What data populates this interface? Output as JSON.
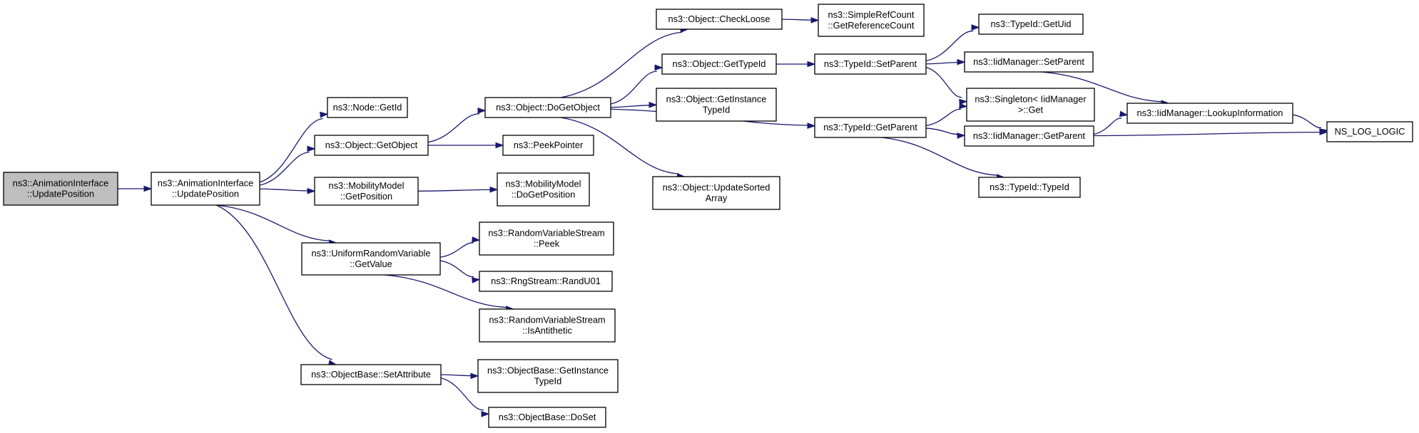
{
  "colors": {
    "edge": "#191970",
    "root_fill": "#bfbfbf",
    "node_fill": "#ffffff",
    "border": "#000000"
  },
  "nodes": [
    {
      "id": "root",
      "lines": [
        "ns3::AnimationInterface",
        "::UpdatePosition"
      ]
    },
    {
      "id": "n1",
      "lines": [
        "ns3::AnimationInterface",
        "::UpdatePosition"
      ]
    },
    {
      "id": "n2",
      "lines": [
        "ns3::Node::GetId"
      ]
    },
    {
      "id": "n3",
      "lines": [
        "ns3::Object::GetObject"
      ]
    },
    {
      "id": "n4",
      "lines": [
        "ns3::MobilityModel",
        "::GetPosition"
      ]
    },
    {
      "id": "n5",
      "lines": [
        "ns3::UniformRandomVariable",
        "::GetValue"
      ]
    },
    {
      "id": "n6",
      "lines": [
        "ns3::ObjectBase::SetAttribute"
      ]
    },
    {
      "id": "n7",
      "lines": [
        "ns3::Object::DoGetObject"
      ]
    },
    {
      "id": "n8",
      "lines": [
        "ns3::PeekPointer"
      ]
    },
    {
      "id": "n9",
      "lines": [
        "ns3::MobilityModel",
        "::DoGetPosition"
      ]
    },
    {
      "id": "n10",
      "lines": [
        "ns3::RandomVariableStream",
        "::Peek"
      ]
    },
    {
      "id": "n11",
      "lines": [
        "ns3::RngStream::RandU01"
      ]
    },
    {
      "id": "n12",
      "lines": [
        "ns3::RandomVariableStream",
        "::IsAntithetic"
      ]
    },
    {
      "id": "n13",
      "lines": [
        "ns3::ObjectBase::GetInstance",
        "TypeId"
      ]
    },
    {
      "id": "n14",
      "lines": [
        "ns3::ObjectBase::DoSet"
      ]
    },
    {
      "id": "n15",
      "lines": [
        "ns3::Object::CheckLoose"
      ]
    },
    {
      "id": "n16",
      "lines": [
        "ns3::Object::GetTypeId"
      ]
    },
    {
      "id": "n17",
      "lines": [
        "ns3::Object::GetInstance",
        "TypeId"
      ]
    },
    {
      "id": "n18",
      "lines": [
        "ns3::Object::UpdateSorted",
        "Array"
      ]
    },
    {
      "id": "n19",
      "lines": [
        "ns3::SimpleRefCount",
        "::GetReferenceCount"
      ]
    },
    {
      "id": "n20",
      "lines": [
        "ns3::TypeId::SetParent"
      ]
    },
    {
      "id": "n21",
      "lines": [
        "ns3::TypeId::GetParent"
      ]
    },
    {
      "id": "n22",
      "lines": [
        "ns3::TypeId::GetUid"
      ]
    },
    {
      "id": "n23",
      "lines": [
        "ns3::IidManager::SetParent"
      ]
    },
    {
      "id": "n24",
      "lines": [
        "ns3::Singleton< IidManager",
        " >::Get"
      ]
    },
    {
      "id": "n25",
      "lines": [
        "ns3::IidManager::GetParent"
      ]
    },
    {
      "id": "n26",
      "lines": [
        "ns3::TypeId::TypeId"
      ]
    },
    {
      "id": "n27",
      "lines": [
        "ns3::IidManager::LookupInformation"
      ]
    },
    {
      "id": "n28",
      "lines": [
        "NS_LOG_LOGIC"
      ]
    }
  ],
  "edges": [
    [
      "root",
      "n1"
    ],
    [
      "n1",
      "n2"
    ],
    [
      "n1",
      "n3"
    ],
    [
      "n1",
      "n4"
    ],
    [
      "n1",
      "n5"
    ],
    [
      "n1",
      "n6"
    ],
    [
      "n3",
      "n7"
    ],
    [
      "n3",
      "n8"
    ],
    [
      "n4",
      "n9"
    ],
    [
      "n5",
      "n10"
    ],
    [
      "n5",
      "n11"
    ],
    [
      "n5",
      "n12"
    ],
    [
      "n6",
      "n13"
    ],
    [
      "n6",
      "n14"
    ],
    [
      "n7",
      "n15"
    ],
    [
      "n7",
      "n16"
    ],
    [
      "n7",
      "n17"
    ],
    [
      "n7",
      "n18"
    ],
    [
      "n7",
      "n21"
    ],
    [
      "n15",
      "n19"
    ],
    [
      "n16",
      "n20"
    ],
    [
      "n20",
      "n22"
    ],
    [
      "n20",
      "n23"
    ],
    [
      "n20",
      "n24"
    ],
    [
      "n21",
      "n24"
    ],
    [
      "n21",
      "n25"
    ],
    [
      "n21",
      "n26"
    ],
    [
      "n23",
      "n27"
    ],
    [
      "n25",
      "n27"
    ],
    [
      "n25",
      "n28"
    ],
    [
      "n27",
      "n28"
    ]
  ]
}
